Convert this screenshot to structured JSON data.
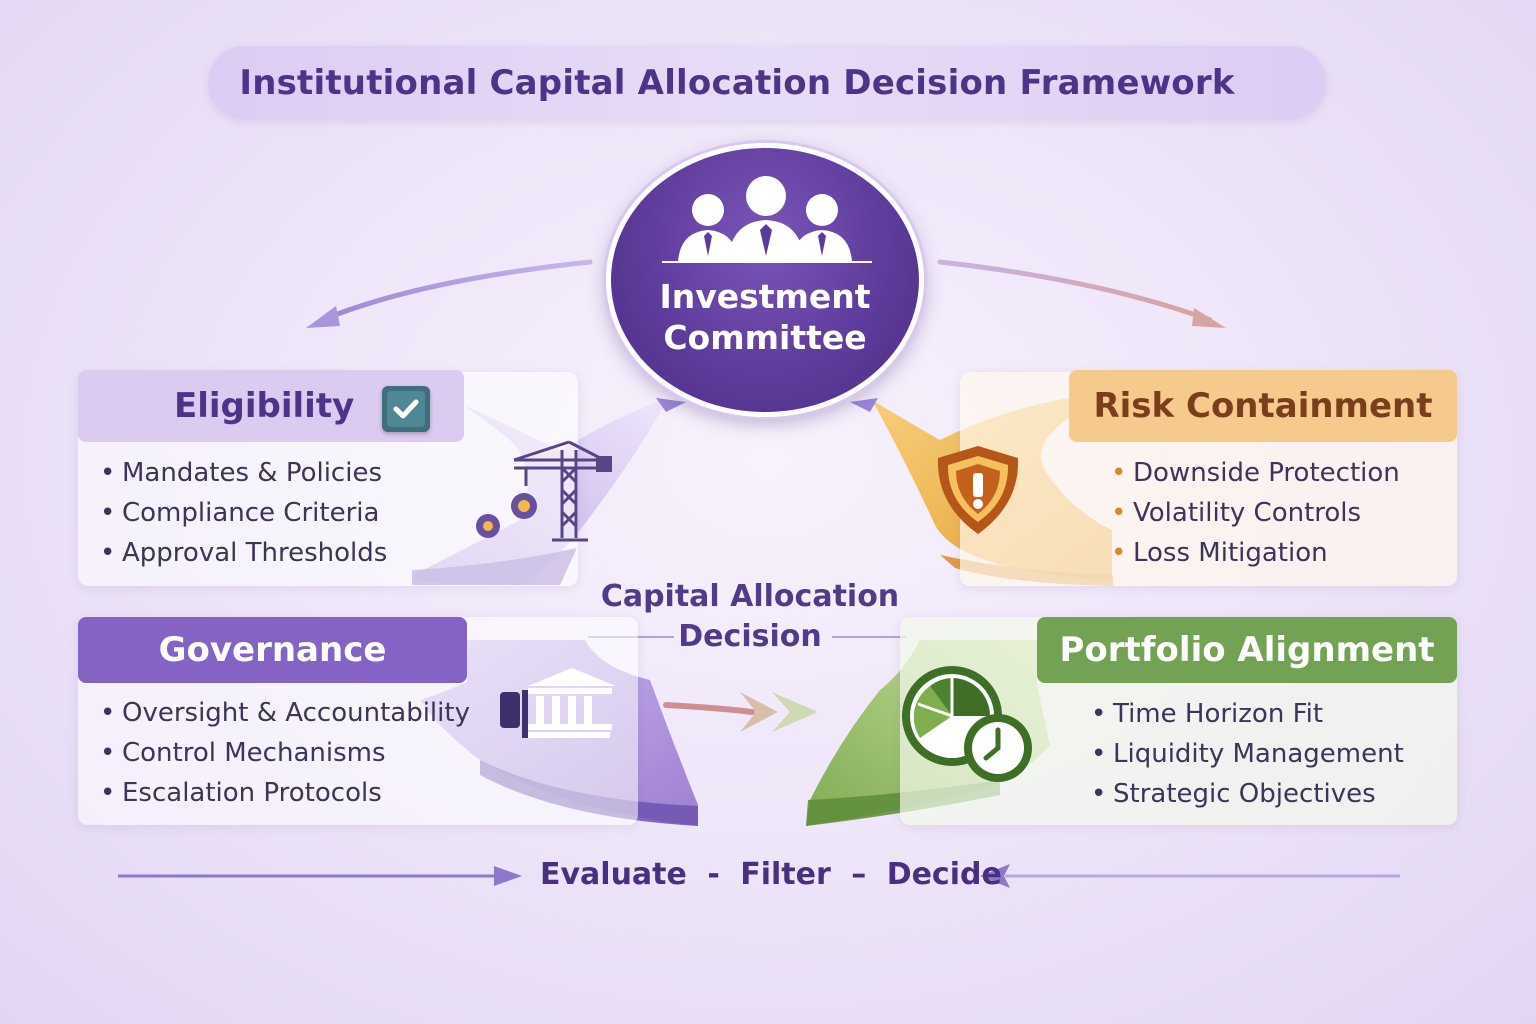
{
  "title": "Institutional Capital Allocation Decision Framework",
  "center": {
    "committee_line1": "Investment",
    "committee_line2": "Committee",
    "decision_line1": "Capital Allocation",
    "decision_line2": "Decision"
  },
  "eligibility": {
    "title": "Eligibility",
    "items": [
      "Mandates & Policies",
      "Compliance Criteria",
      "Approval Thresholds"
    ]
  },
  "risk": {
    "title": "Risk Containment",
    "items": [
      "Downside Protection",
      "Volatility Controls",
      "Loss Mitigation"
    ]
  },
  "governance": {
    "title": "Governance",
    "items": [
      "Oversight & Accountability",
      "Control Mechanisms",
      "Escalation Protocols"
    ]
  },
  "portfolio": {
    "title": "Portfolio Alignment",
    "items": [
      "Time Horizon Fit",
      "Liquidity Management",
      "Strategic Objectives"
    ]
  },
  "footer": {
    "step1": "Evaluate",
    "sep1": "-",
    "step2": "Filter",
    "sep2": "–",
    "step3": "Decide"
  },
  "icons": {
    "committee": "people-icon",
    "eligibility": "checkbox-icon",
    "eligibility_illustration": "crane-gears-icon",
    "risk": "shield-warning-icon",
    "governance": "bank-building-icon",
    "portfolio": "pie-clock-icon"
  },
  "colors": {
    "purple_dark": "#5c3a99",
    "purple_light": "#dccbf1",
    "governance": "#8463c4",
    "risk": "#f6c98c",
    "risk_accent": "#e5a030",
    "portfolio": "#74a255"
  }
}
